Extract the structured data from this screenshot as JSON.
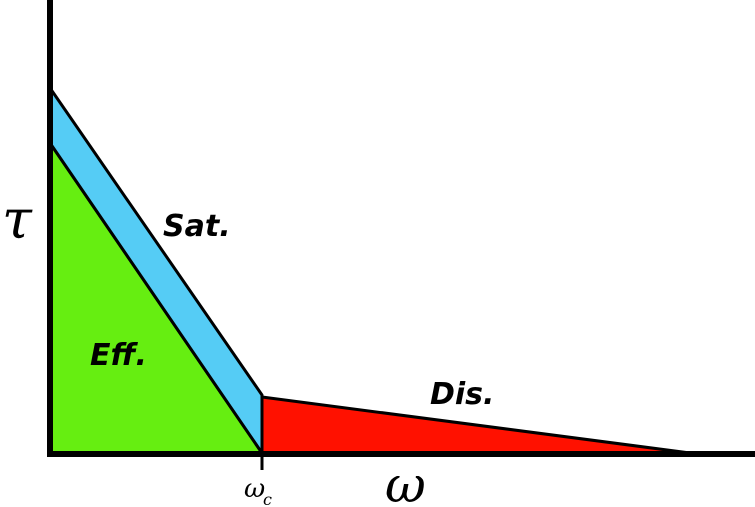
{
  "diagram": {
    "y_axis_symbol": "τ",
    "x_axis_symbol": "ω",
    "critical_point": {
      "symbol": "ω",
      "subscript": "c"
    },
    "regions": {
      "efficient": {
        "label": "Eff.",
        "color": "#66ee11"
      },
      "saturation": {
        "label": "Sat.",
        "color": "#55ccf5"
      },
      "dissipative": {
        "label": "Dis.",
        "color": "#ff1100"
      }
    },
    "line_color": "#000000"
  }
}
